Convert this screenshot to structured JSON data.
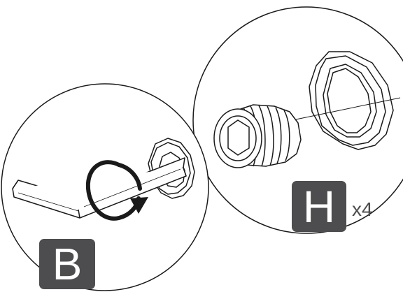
{
  "badges": {
    "b_letter": "B",
    "h_letter": "H"
  },
  "quantity": "x4",
  "colors": {
    "badge": "#4d4d4f",
    "line": "#1a1a1a",
    "background": "#ffffff"
  }
}
